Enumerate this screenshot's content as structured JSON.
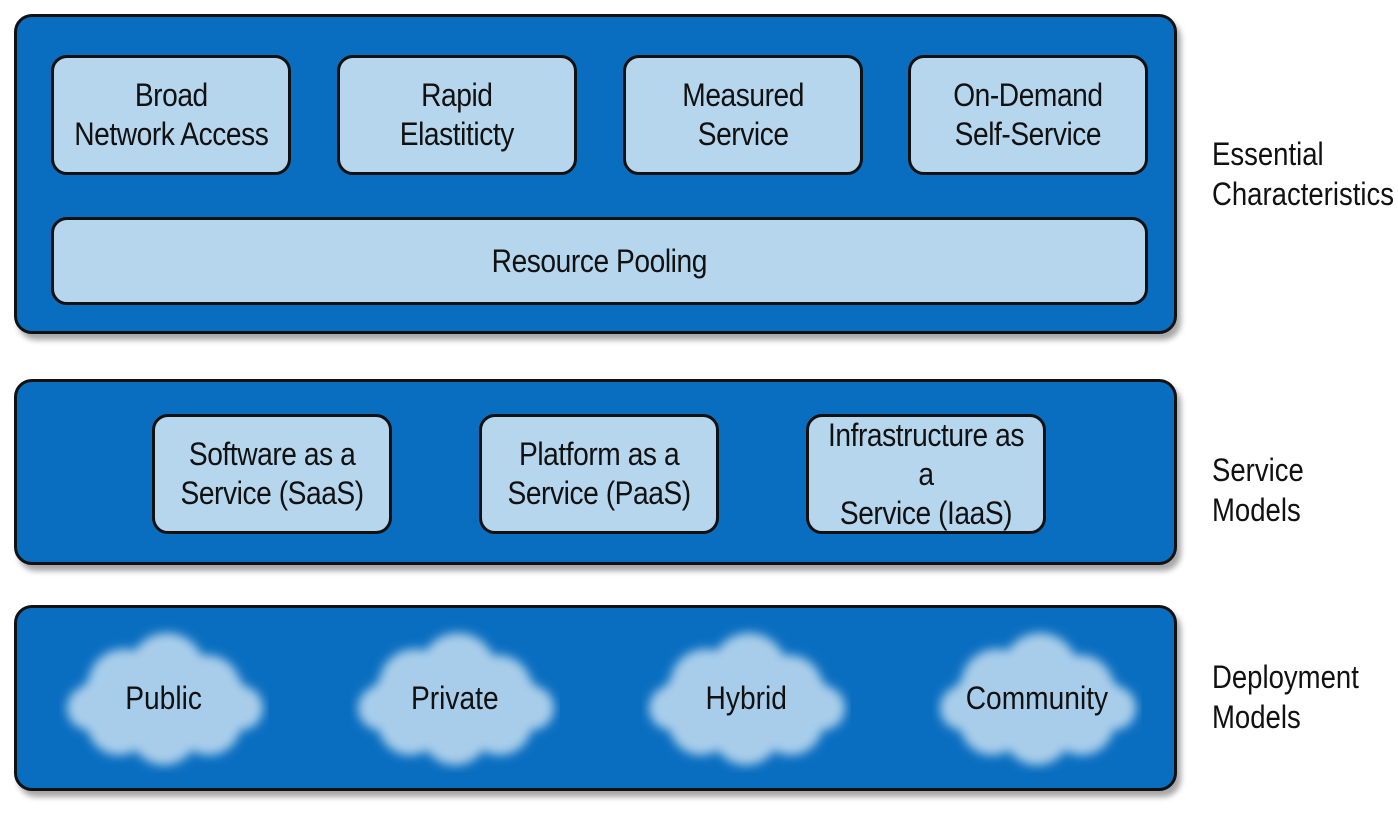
{
  "essential_characteristics": {
    "side_label": "Essential\nCharacteristics",
    "items": [
      "Broad\nNetwork Access",
      "Rapid\nElastiticty",
      "Measured\nService",
      "On-Demand\nSelf-Service"
    ],
    "pool_label": "Resource Pooling"
  },
  "service_models": {
    "side_label": "Service Models",
    "items": [
      "Software as a\nService (SaaS)",
      "Platform as a\nService (PaaS)",
      "Infrastructure as a\nService (IaaS)"
    ]
  },
  "deployment_models": {
    "side_label": "Deployment\nModels",
    "items": [
      "Public",
      "Private",
      "Hybrid",
      "Community"
    ]
  },
  "colors": {
    "layer_fill": "#0a6ec0",
    "box_fill": "#b6d6ee",
    "cloud_fill": "#a8cdea",
    "outline": "#111111"
  }
}
